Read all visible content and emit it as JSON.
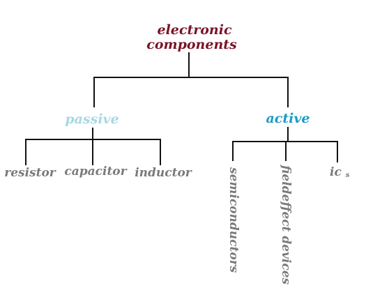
{
  "root": {
    "label_line1": "electronic",
    "label_line2": "components",
    "color": "#7a1326"
  },
  "branches": [
    {
      "key": "passive",
      "label": "passive",
      "color": "#a6d8e4",
      "children": [
        "resistor",
        "capacitor",
        "inductor"
      ],
      "children_color": "#7a7a7a"
    },
    {
      "key": "active",
      "label": "active",
      "color": "#1b9bc4",
      "children": [
        "semiconductors",
        "fieldeffect devices",
        "ic"
      ],
      "children_color": "#7a7a7a"
    }
  ],
  "ic_subscript": "s",
  "line_color": "#111111"
}
